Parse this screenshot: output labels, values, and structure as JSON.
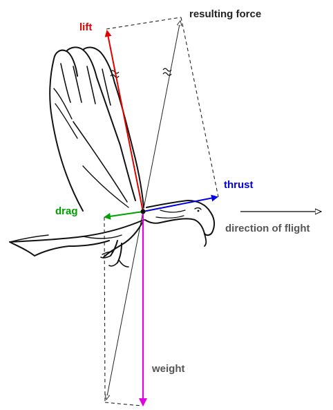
{
  "labels": {
    "lift": "lift",
    "resulting_force": "resulting force",
    "thrust": "thrust",
    "drag": "drag",
    "direction_of_flight": "direction of flight",
    "weight": "weight"
  },
  "colors": {
    "lift": "#e00000",
    "thrust": "#0000e0",
    "drag": "#00a000",
    "weight": "#e000e0",
    "resulting_force": "#222222",
    "direction_of_flight": "#000000",
    "construction_lines": "#222222",
    "bird_outline": "#111111",
    "background": "#ffffff"
  },
  "figure": {
    "subject": "bird in flight",
    "subject_icon": "eagle-outline-icon",
    "break_marks": [
      "≈",
      "≈"
    ]
  }
}
